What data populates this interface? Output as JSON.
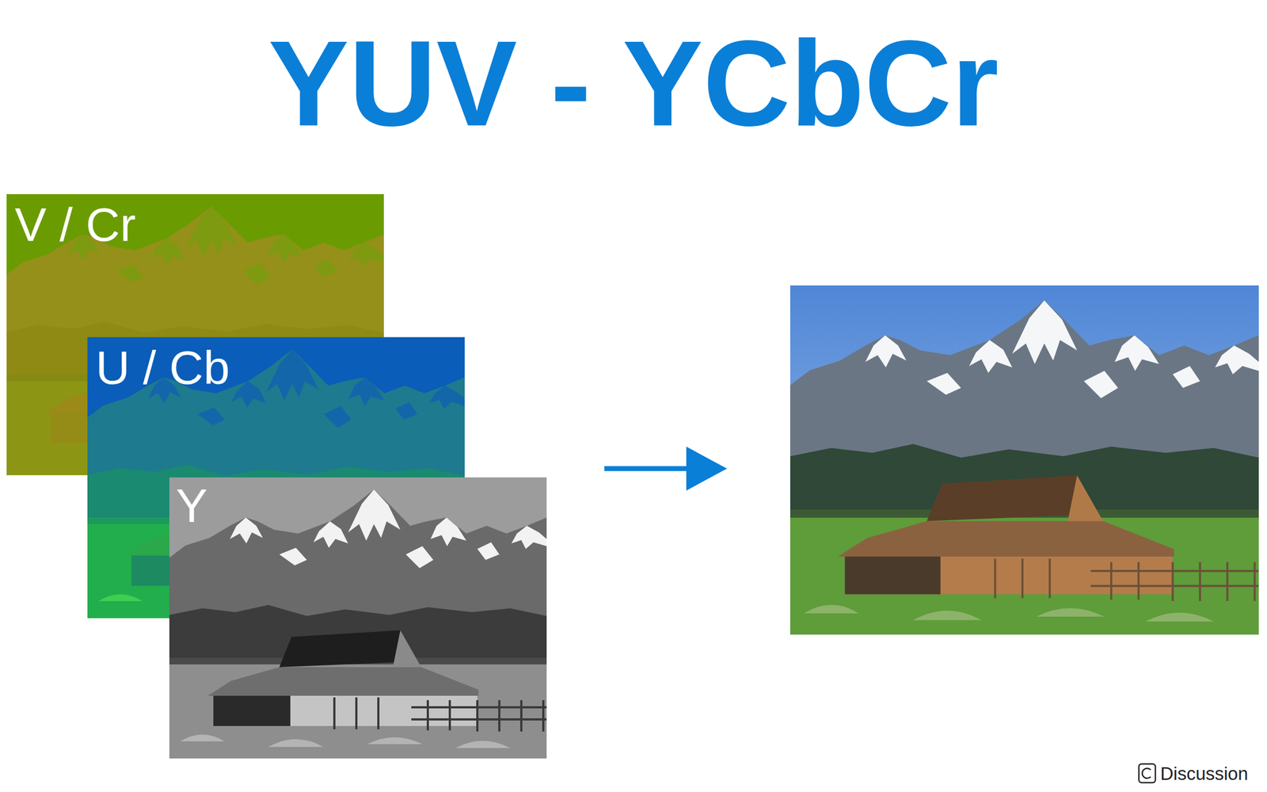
{
  "diagram": {
    "title": "YUV - YCbCr",
    "nodes": [
      {
        "text": [
          "V / Cr"
        ]
      },
      {
        "text": [
          "U / Cb"
        ]
      },
      {
        "text": [
          "Y"
        ]
      }
    ],
    "labels": [
      "Discussion"
    ]
  }
}
